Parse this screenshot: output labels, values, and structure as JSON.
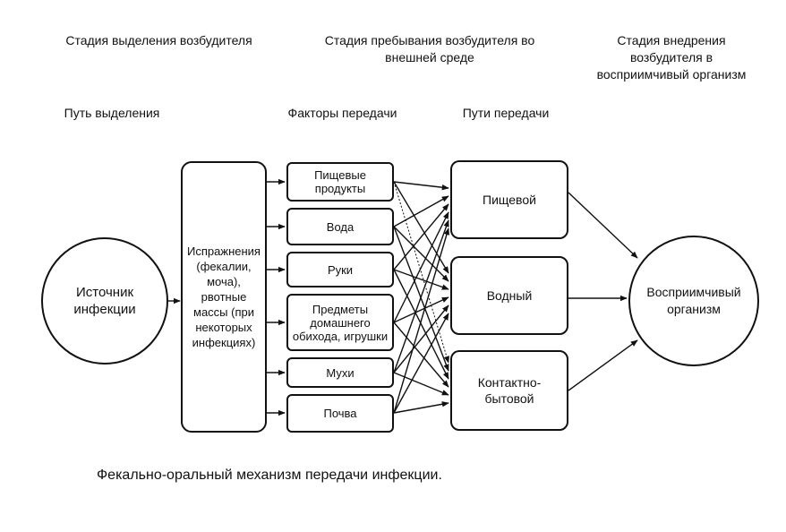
{
  "stages": {
    "stage1": "Стадия выделения возбудителя",
    "stage2": "Стадия пребывания возбудителя во\nвнешней среде",
    "stage3": "Стадия внедрения\nвозбудителя в\nвосприимчивый организм"
  },
  "columns": {
    "col1": "Путь выделения",
    "col2": "Факторы передачи",
    "col3": "Пути передачи"
  },
  "nodes": {
    "source": "Источник\nинфекции",
    "excreta": "Испражнения\n(фекалии,\nмоча),\nрвотные\nмассы (при\nнекоторых\nинфекциях)",
    "factors": [
      "Пищевые\nпродукты",
      "Вода",
      "Руки",
      "Предметы\nдомашнего\nобихода, игрушки",
      "Мухи",
      "Почва"
    ],
    "routes": [
      "Пищевой",
      "Водный",
      "Контактно-\nбытовой"
    ],
    "target": "Восприимчивый\nорганизм"
  },
  "caption": "Фекально-оральный механизм передачи инфекции."
}
